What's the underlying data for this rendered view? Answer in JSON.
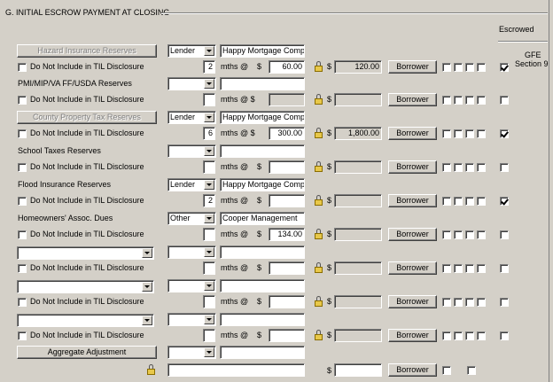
{
  "section_title": "G. INITIAL ESCROW PAYMENT AT CLOSING",
  "column_headers": {
    "escrowed": "Escrowed",
    "gfe": "GFE",
    "gfe_section": "Section 9"
  },
  "common": {
    "do_not_include": "Do Not Include in TIL Disclosure",
    "mths_at": "mths @",
    "mths_at_dollar": "mths @ $",
    "dollar": "$",
    "borrower": "Borrower"
  },
  "rows": [
    {
      "name": "Hazard Insurance Reserves",
      "paid_by": "Lender",
      "payee": "Happy Mortgage Compar",
      "months": "2",
      "amount": "60.00",
      "total": "120.00",
      "escrowed": true
    },
    {
      "name": "PMI/MIP/VA FF/USDA Reserves",
      "paid_by": "",
      "payee": "",
      "months": "",
      "amount": "",
      "total": "",
      "escrowed": false
    },
    {
      "name": "County Property Tax Reserves",
      "paid_by": "Lender",
      "payee": "Happy Mortgage Compar",
      "months": "6",
      "amount": "300.00",
      "total": "1,800.00",
      "escrowed": true
    },
    {
      "name": "School Taxes Reserves",
      "paid_by": "",
      "payee": "",
      "months": "",
      "amount": "",
      "total": "",
      "escrowed": false
    },
    {
      "name": "Flood Insurance Reserves",
      "paid_by": "Lender",
      "payee": "Happy Mortgage Compar",
      "months": "2",
      "amount": "",
      "total": "",
      "escrowed": true
    },
    {
      "name": "Homeowners' Assoc. Dues",
      "paid_by": "Other",
      "payee": "Cooper Management",
      "months": "",
      "amount": "134.00",
      "total": "",
      "escrowed": false
    },
    {
      "name": "",
      "paid_by": "",
      "payee": "",
      "months": "",
      "amount": "",
      "total": "",
      "escrowed": false
    },
    {
      "name": "",
      "paid_by": "",
      "payee": "",
      "months": "",
      "amount": "",
      "total": "",
      "escrowed": false
    },
    {
      "name": "",
      "paid_by": "",
      "payee": "",
      "months": "",
      "amount": "",
      "total": "",
      "escrowed": false
    }
  ],
  "aggregate": {
    "label": "Aggregate Adjustment",
    "paid_by": "",
    "payee": "",
    "total": ""
  }
}
